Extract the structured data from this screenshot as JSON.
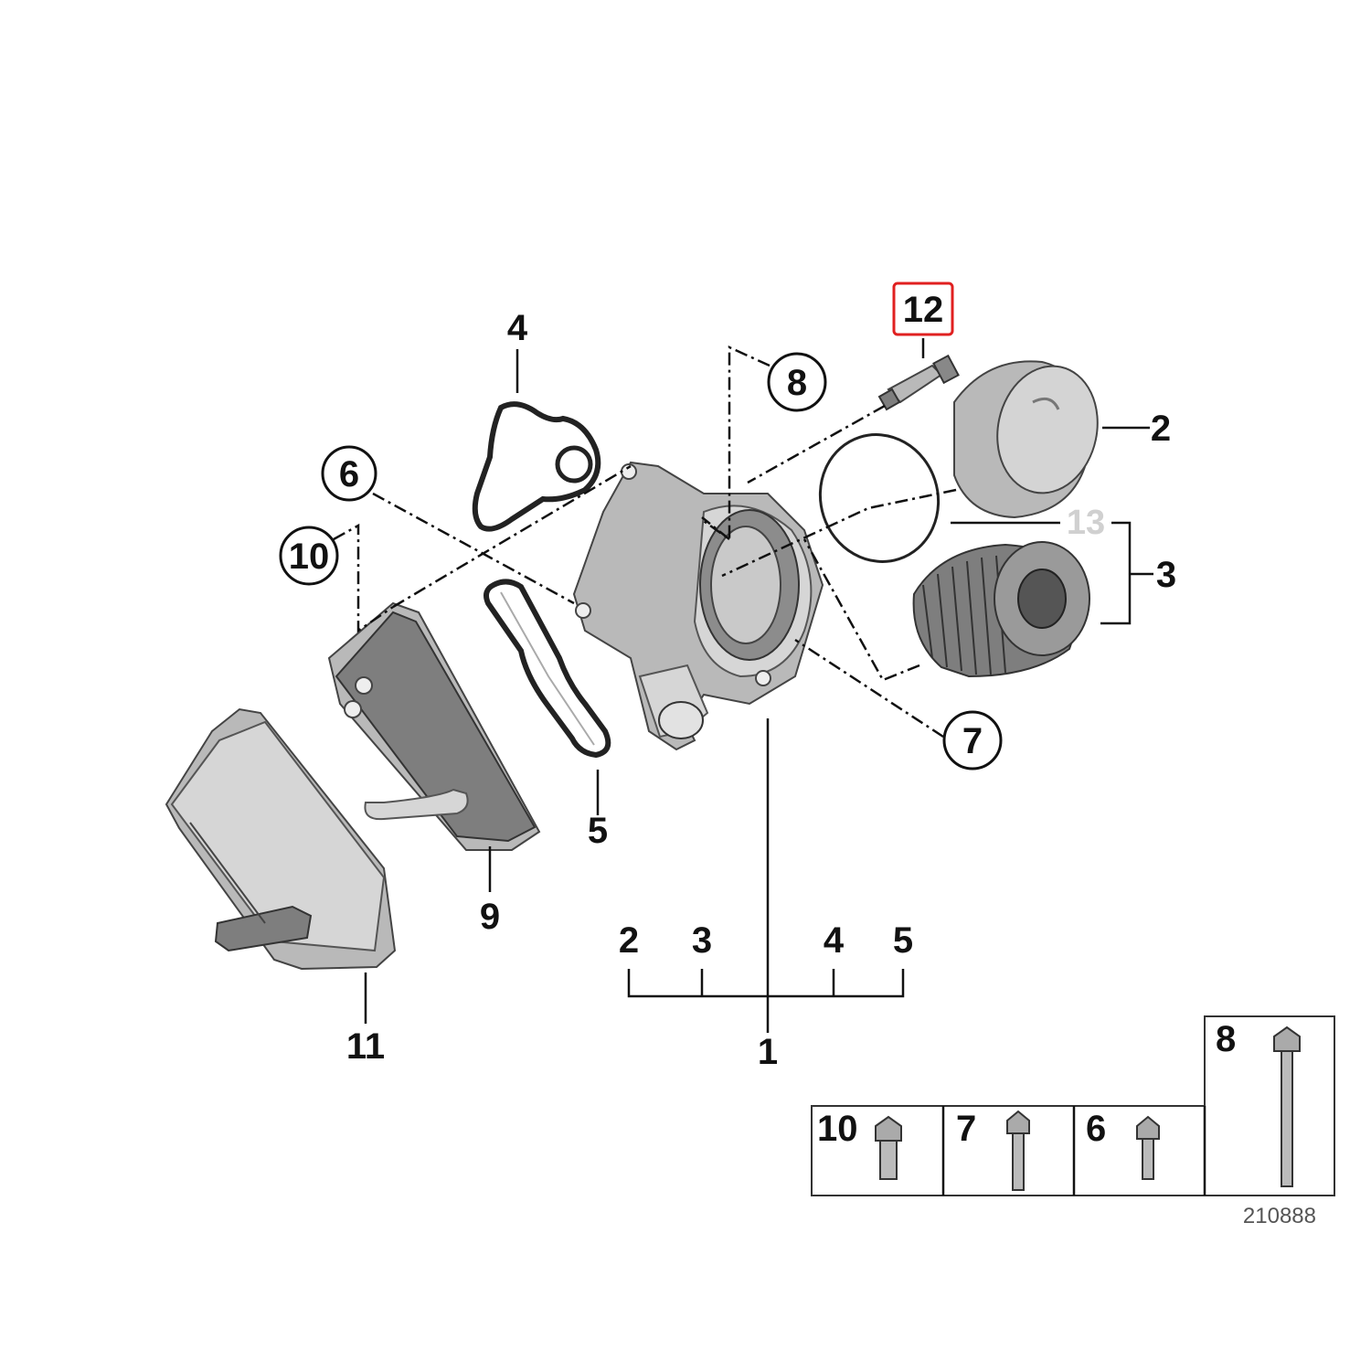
{
  "callouts": {
    "c1": "1",
    "c2": "2",
    "c3": "3",
    "c4": "4",
    "c5": "5",
    "c6": "6",
    "c7": "7",
    "c8": "8",
    "c9": "9",
    "c10": "10",
    "c11": "11",
    "c12": "12",
    "c13": "13"
  },
  "kit_bracket_labels": [
    "2",
    "3",
    "4",
    "5"
  ],
  "bolt_inset": {
    "cells": [
      {
        "label": "10"
      },
      {
        "label": "7"
      },
      {
        "label": "6"
      },
      {
        "label": "8"
      }
    ]
  },
  "diagram_code": "210888",
  "colors": {
    "highlight_box": "#e02020",
    "faint_label": "#d0d0d0"
  }
}
